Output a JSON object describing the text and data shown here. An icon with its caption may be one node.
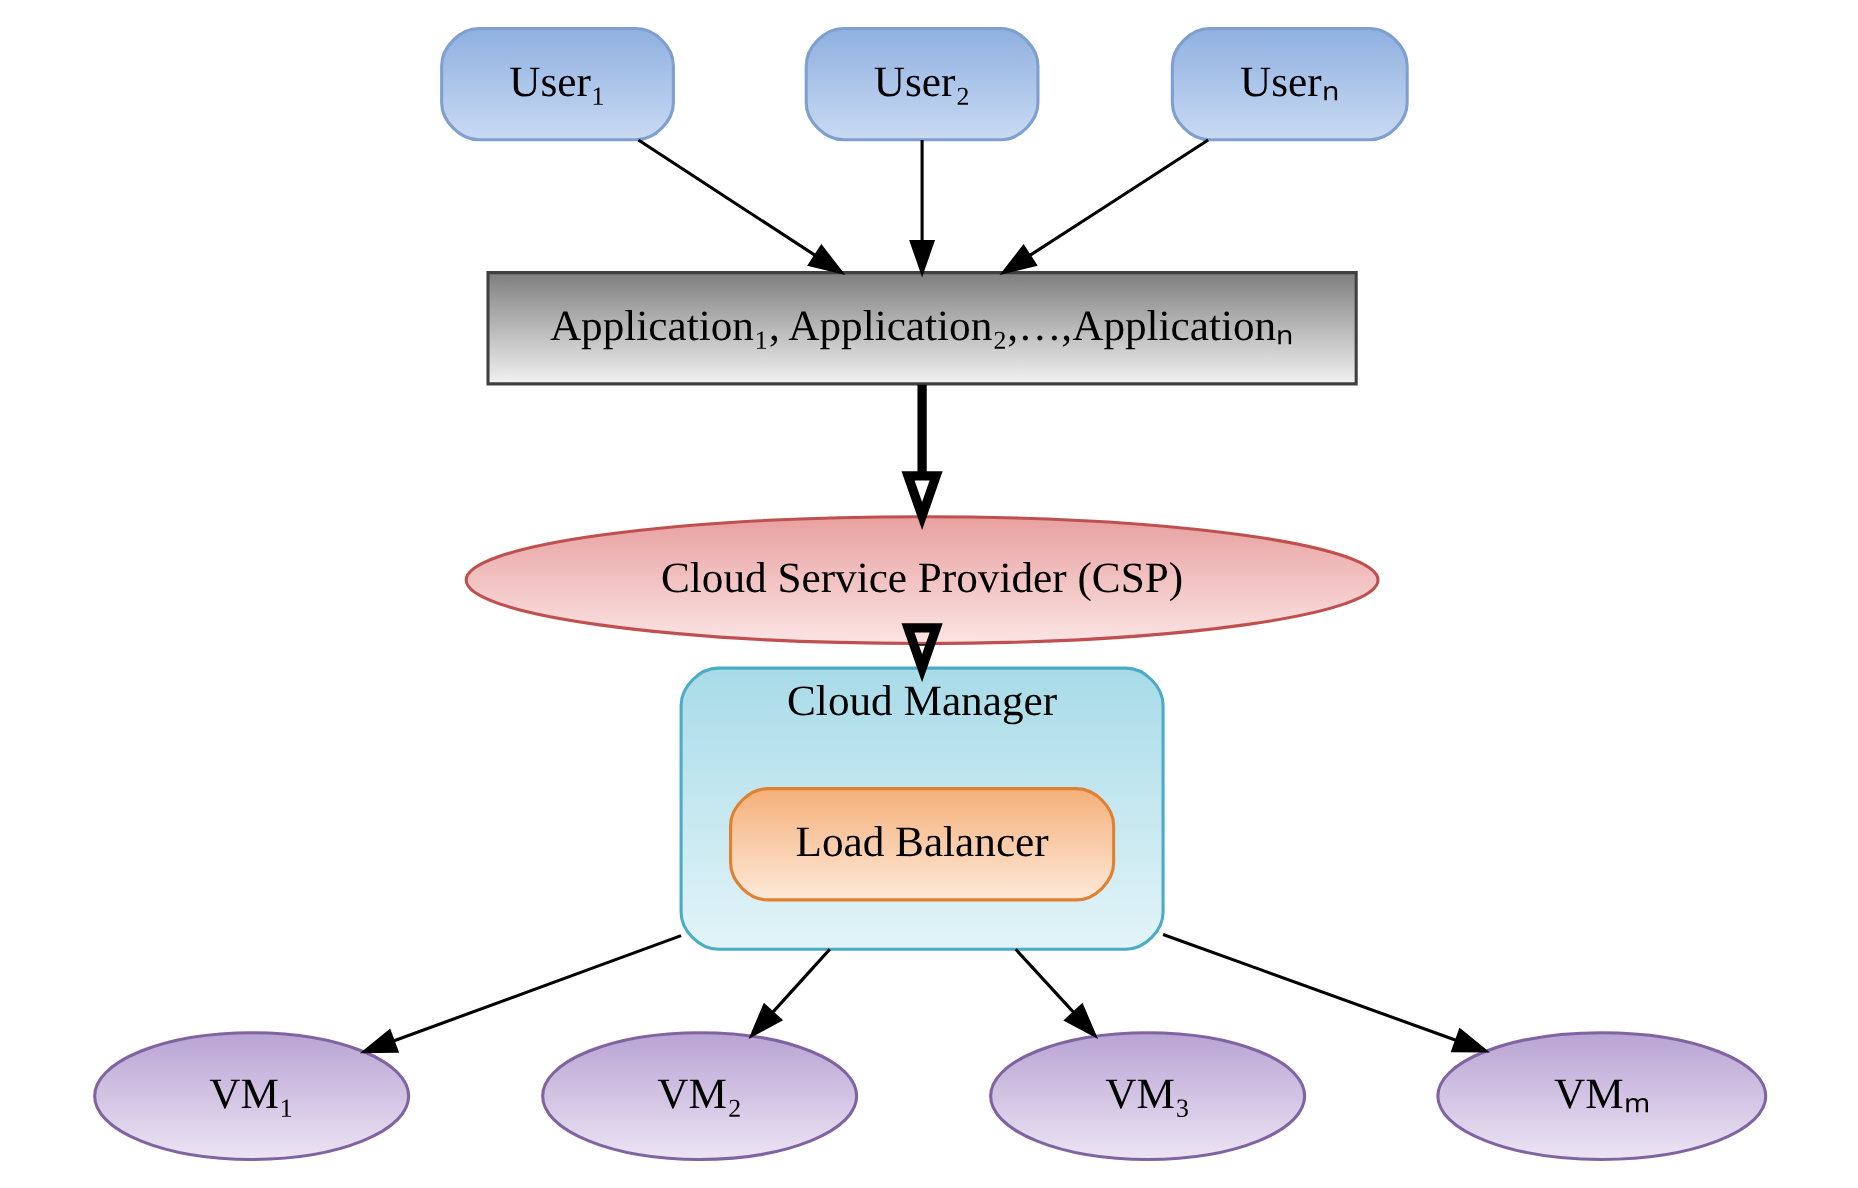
{
  "diagram": {
    "nodes": [
      {
        "text": [
          "User₁"
        ]
      },
      {
        "text": [
          "User₂"
        ]
      },
      {
        "text": [
          "Userₙ"
        ]
      },
      {
        "text": [
          "Application₁, Application₂,…,Applicationₙ"
        ]
      },
      {
        "text": [
          "Cloud Service Provider (CSP)"
        ]
      },
      {
        "text": [
          "Cloud Manager"
        ]
      },
      {
        "text": [
          "Load Balancer"
        ],
        "in": 5
      },
      {
        "text": [
          "VM₁"
        ]
      },
      {
        "text": [
          "VM₂"
        ]
      },
      {
        "text": [
          "VM₃"
        ]
      },
      {
        "text": [
          "VMₘ"
        ]
      }
    ],
    "edges": [
      {
        "from": 0,
        "to": 3,
        "arrow": "to"
      },
      {
        "from": 1,
        "to": 3,
        "arrow": "to"
      },
      {
        "from": 2,
        "to": 3,
        "arrow": "to"
      },
      {
        "from": 3,
        "to": 4,
        "arrow": "to",
        "style": "thick"
      },
      {
        "from": 4,
        "to": 5,
        "arrow": "to",
        "style": "thick"
      },
      {
        "from": 5,
        "to": 7,
        "arrow": "to"
      },
      {
        "from": 5,
        "to": 8,
        "arrow": "to"
      },
      {
        "from": 5,
        "to": 9,
        "arrow": "to"
      },
      {
        "from": 5,
        "to": 10,
        "arrow": "to"
      }
    ]
  }
}
